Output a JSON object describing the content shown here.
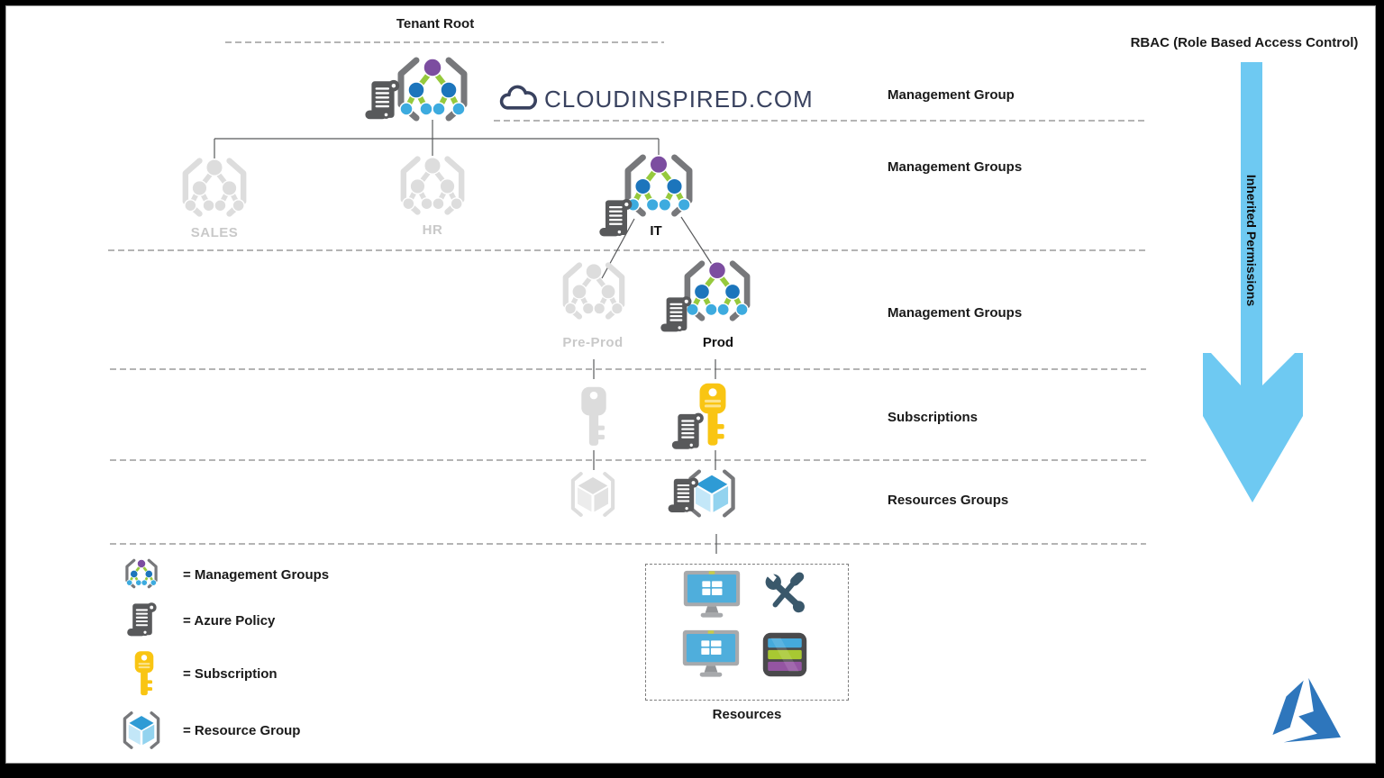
{
  "tree": {
    "title": "Tenant Root",
    "tier2": [
      {
        "label": "SALES"
      },
      {
        "label": "HR"
      },
      {
        "label": "IT"
      }
    ],
    "tier3": [
      {
        "label": "Pre-Prod"
      },
      {
        "label": "Prod"
      }
    ]
  },
  "row_labels": [
    "Management Group",
    "Management Groups",
    "Management Groups",
    "Subscriptions",
    "Resources Groups"
  ],
  "rbac": {
    "title": "RBAC (Role Based Access Control)",
    "arrow_label": "Inherited Permissions"
  },
  "logo": {
    "text": "CLOUDINSPIRED.COM"
  },
  "resources": {
    "label": "Resources"
  },
  "legend": {
    "items": [
      {
        "label": "= Management Groups"
      },
      {
        "label": "= Azure Policy"
      },
      {
        "label": "= Subscription"
      },
      {
        "label": "= Resource Group"
      }
    ]
  },
  "icons": {
    "legend": [
      "management-groups-icon",
      "azure-policy-icon",
      "subscription-key-icon",
      "resource-group-icon"
    ],
    "resources": [
      "virtual-machine-icon",
      "tools-icon",
      "virtual-machine-icon",
      "database-icon"
    ],
    "brand": [
      "cloud-icon",
      "azure-logo-icon"
    ]
  },
  "colors": {
    "mg_purple": "#7C4DA0",
    "mg_blue": "#1C75BC",
    "mg_light_blue": "#3DABDF",
    "mg_green": "#96C93D",
    "bracket_gray": "#77787B",
    "disabled_gray": "#D9D9D9",
    "policy_gray": "#58595B",
    "subscription_yellow": "#F9C513",
    "arrow_blue": "#6EC9F2",
    "azure_blue": "#2E76BC",
    "logo_navy": "#39425F"
  }
}
